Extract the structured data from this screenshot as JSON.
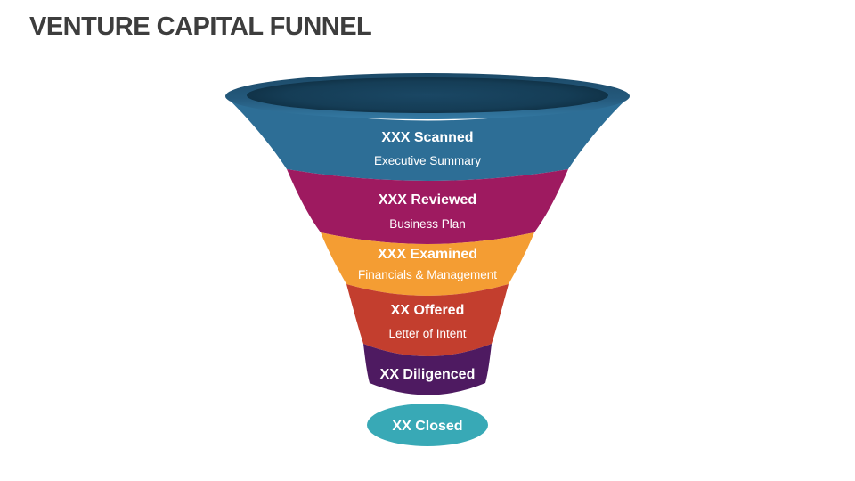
{
  "slide": {
    "title": "VENTURE CAPITAL FUNNEL",
    "title_color": "#3d3d3d",
    "background_color": "#ffffff"
  },
  "funnel": {
    "text_color": "#ffffff",
    "rim": {
      "outer_top": "#1c4a68",
      "outer_mid": "#24597c",
      "outer_bottom": "#347aa4",
      "inner_center": "#1a4764",
      "inner_mid": "#153d56",
      "inner_edge": "#0c2a3c"
    },
    "stages": [
      {
        "label": "XXX Scanned",
        "sublabel": "Executive Summary",
        "color": "#2d6e96"
      },
      {
        "label": "XXX Reviewed",
        "sublabel": "Business Plan",
        "color": "#9e1a60"
      },
      {
        "label": "XXX Examined",
        "sublabel": "Financials & Management",
        "color": "#f49d33"
      },
      {
        "label": "XX Offered",
        "sublabel": "Letter of Intent",
        "color": "#c33e2e"
      },
      {
        "label": "XX Diligenced",
        "sublabel": "",
        "color": "#4e1a61"
      },
      {
        "label": "XX Closed",
        "sublabel": "",
        "color": "#38a9b6"
      }
    ]
  }
}
